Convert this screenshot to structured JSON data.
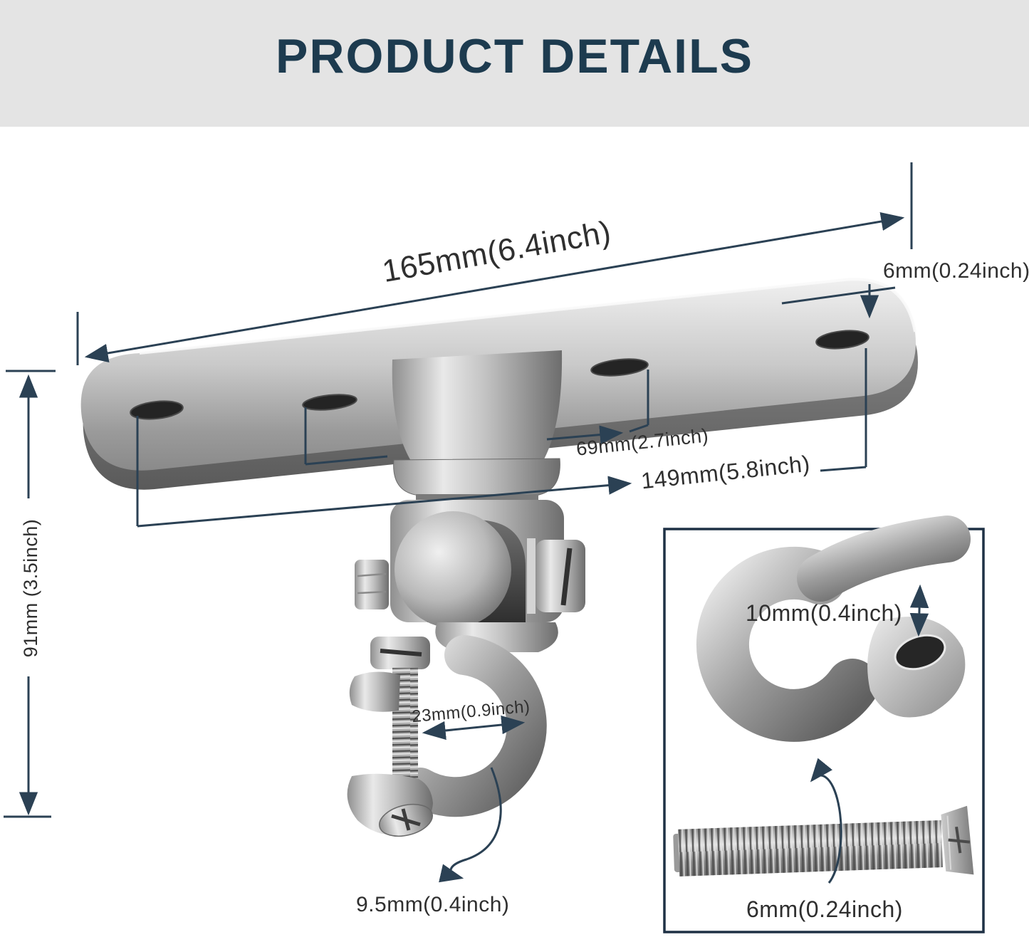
{
  "header": {
    "title": "PRODUCT DETAILS"
  },
  "annotations": {
    "plate_length": "165mm(6.4inch)",
    "plate_thickness": "6mm(0.24inch)",
    "inner_hole_spacing": "69mm(2.7inch)",
    "outer_hole_spacing": "149mm(5.8inch)",
    "overall_height": "91mm (3.5inch)",
    "hook_opening": "23mm(0.9inch)",
    "hook_diameter": "9.5mm(0.4inch)"
  },
  "inset": {
    "hook_inner_diameter": "10mm(0.4inch)",
    "bolt_diameter": "6mm(0.24inch)"
  },
  "icons": {
    "dimension_arrow": "arrowhead-icon",
    "rotation_arrow": "rotation-arrow-icon"
  },
  "colors": {
    "page_bg": "#ffffff",
    "banner_bg": "#e4e4e4",
    "title_text": "#1d3b4f",
    "annotation_line": "#2b4154",
    "annotation_text": "#2f2f2f",
    "inset_border": "#1e3145",
    "metal_dark": "#6d6d6d",
    "metal_light": "#e9e9e9"
  }
}
